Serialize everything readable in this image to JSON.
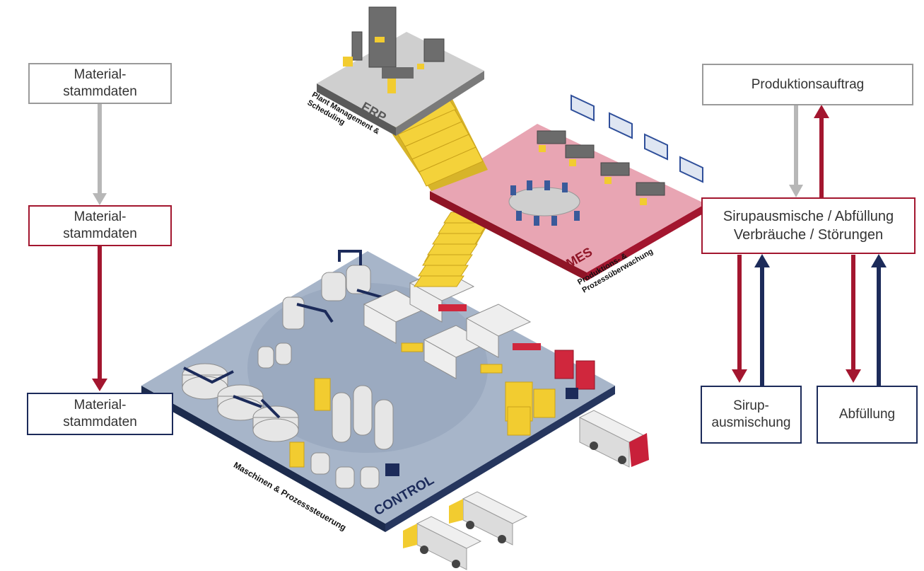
{
  "bands": {
    "erp_color": "#ededed",
    "mes_color": "#f8e1e5",
    "control_color": "#e1e6ef"
  },
  "left_column": {
    "erp_box": {
      "line1": "Material-",
      "line2": "stammdaten"
    },
    "mes_box": {
      "line1": "Material-",
      "line2": "stammdaten"
    },
    "control_box": {
      "line1": "Material-",
      "line2": "stammdaten"
    }
  },
  "right_column": {
    "order_box": "Produktionsauftrag",
    "mes_box": {
      "line1": "Sirupausmische / Abfüllung",
      "line2": "Verbräuche / Störungen"
    },
    "syrup_box": {
      "line1": "Sirup-",
      "line2": "ausmischung"
    },
    "filling_box": "Abfüllung"
  },
  "platforms": {
    "erp": {
      "title": "ERP",
      "caption_line1": "Plant Management &",
      "caption_line2": "Scheduling"
    },
    "mes": {
      "title": "MES",
      "caption_line1": "Produktions- &",
      "caption_line2": "Prozessüberwachung"
    },
    "control": {
      "title": "CONTROL",
      "caption": "Maschinen & Prozesssteuerung"
    }
  },
  "colors": {
    "grey_arrow": "#b7b7b7",
    "red_arrow": "#a3162f",
    "blue_arrow": "#1c2b5a",
    "erp_floor": "#cfcfcf",
    "mes_floor": "#e8a5b3",
    "control_floor": "#a7b5c9",
    "stairs": "#f4d23a"
  }
}
